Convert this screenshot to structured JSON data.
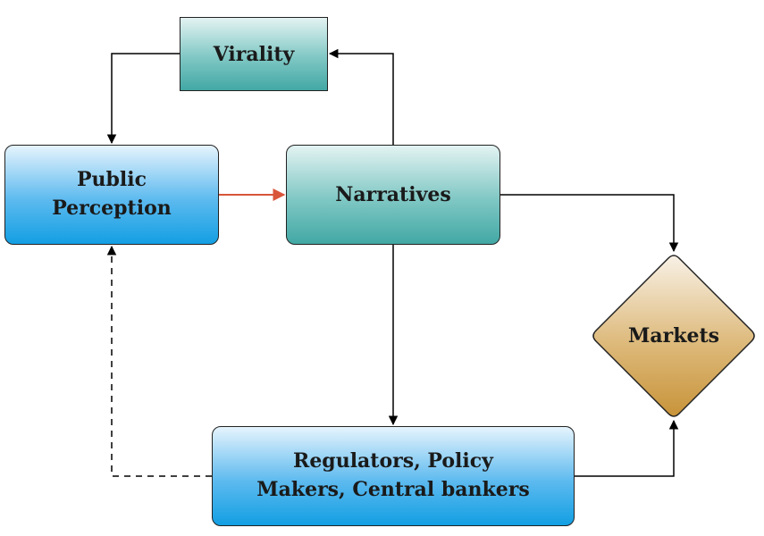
{
  "nodes": {
    "virality": "Virality",
    "public_perception": "Public\nPerception",
    "narratives": "Narratives",
    "regulators": "Regulators, Policy\nMakers, Central bankers",
    "markets": "Markets"
  },
  "colors": {
    "teal_node": "#42a8a4",
    "blue_node": "#139fe3",
    "markets_node": "#c8943a",
    "highlight_edge": "#d9553a",
    "edge": "#000000"
  }
}
